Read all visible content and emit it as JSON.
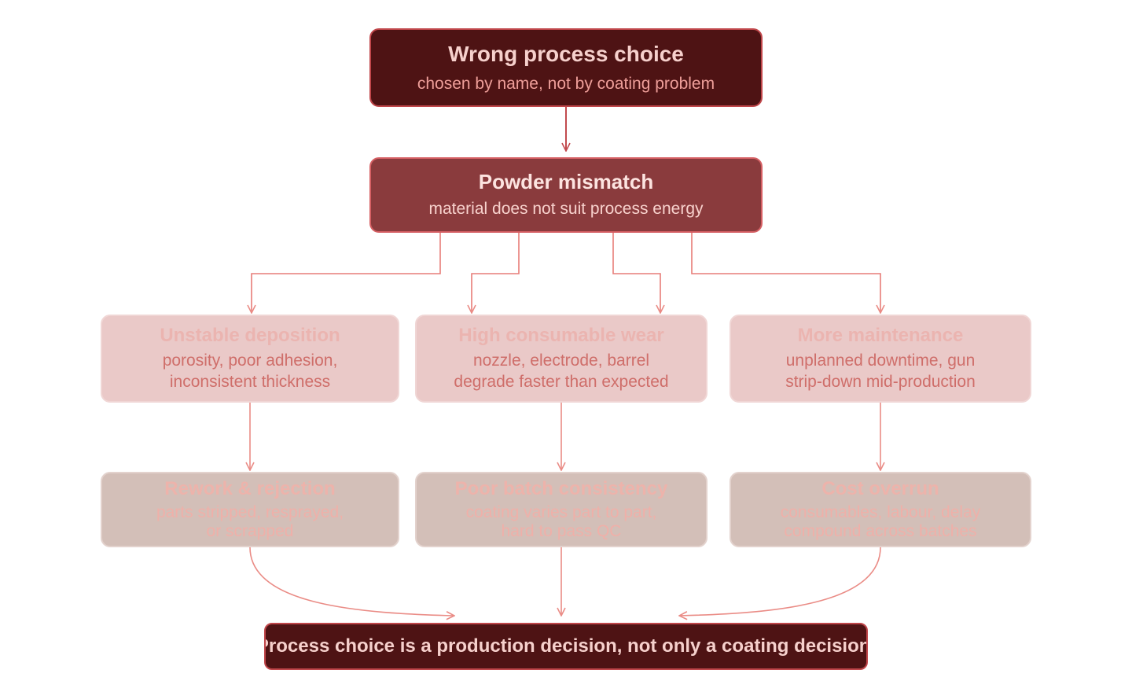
{
  "colors": {
    "top_fill": "#4e1314",
    "top_border": "#c0464a",
    "powder_fill": "#8a3b3d",
    "row1_fill": "#eac9c8",
    "row2_fill": "#d3bfb8",
    "connector_dark": "#c24a4e",
    "connector_light": "#ea8c86"
  },
  "diagram": {
    "wrong": {
      "title": "Wrong process choice",
      "subtitle": "chosen by name, not by coating problem"
    },
    "powder": {
      "title": "Powder mismatch",
      "subtitle": "material does not suit process energy"
    },
    "deposition": {
      "title": "Unstable deposition",
      "subtitle_line1": "porosity, poor adhesion,",
      "subtitle_line2": "inconsistent thickness"
    },
    "wear": {
      "title": "High consumable wear",
      "subtitle_line1": "nozzle, electrode, barrel",
      "subtitle_line2": "degrade faster than expected"
    },
    "maintenance": {
      "title": "More maintenance",
      "subtitle_line1": "unplanned downtime, gun",
      "subtitle_line2": "strip-down mid-production"
    },
    "rework": {
      "title": "Rework & rejection",
      "subtitle_line1": "parts stripped, resprayed,",
      "subtitle_line2": "or scrapped"
    },
    "batch": {
      "title": "Poor batch consistency",
      "subtitle_line1": "coating varies part to part,",
      "subtitle_line2": "hard to pass QC"
    },
    "cost": {
      "title": "Cost overrun",
      "subtitle_line1": "consumables, labour, delay",
      "subtitle_line2": "compound across batches"
    },
    "conclusion": {
      "text": "Process choice is a production decision, not only a coating decision."
    }
  }
}
